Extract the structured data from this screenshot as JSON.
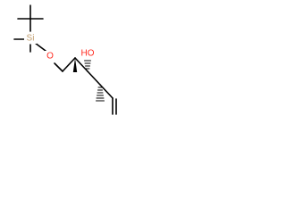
{
  "molecule": {
    "atoms": {
      "silicon": {
        "symbol": "Si",
        "color": "#c2a072"
      },
      "ether_oxygen": {
        "symbol": "O",
        "color": "#ff2a1f"
      },
      "hydroxyl": {
        "symbol": "HO",
        "color": "#ff2a1f"
      }
    },
    "bond_color": "#000000"
  }
}
